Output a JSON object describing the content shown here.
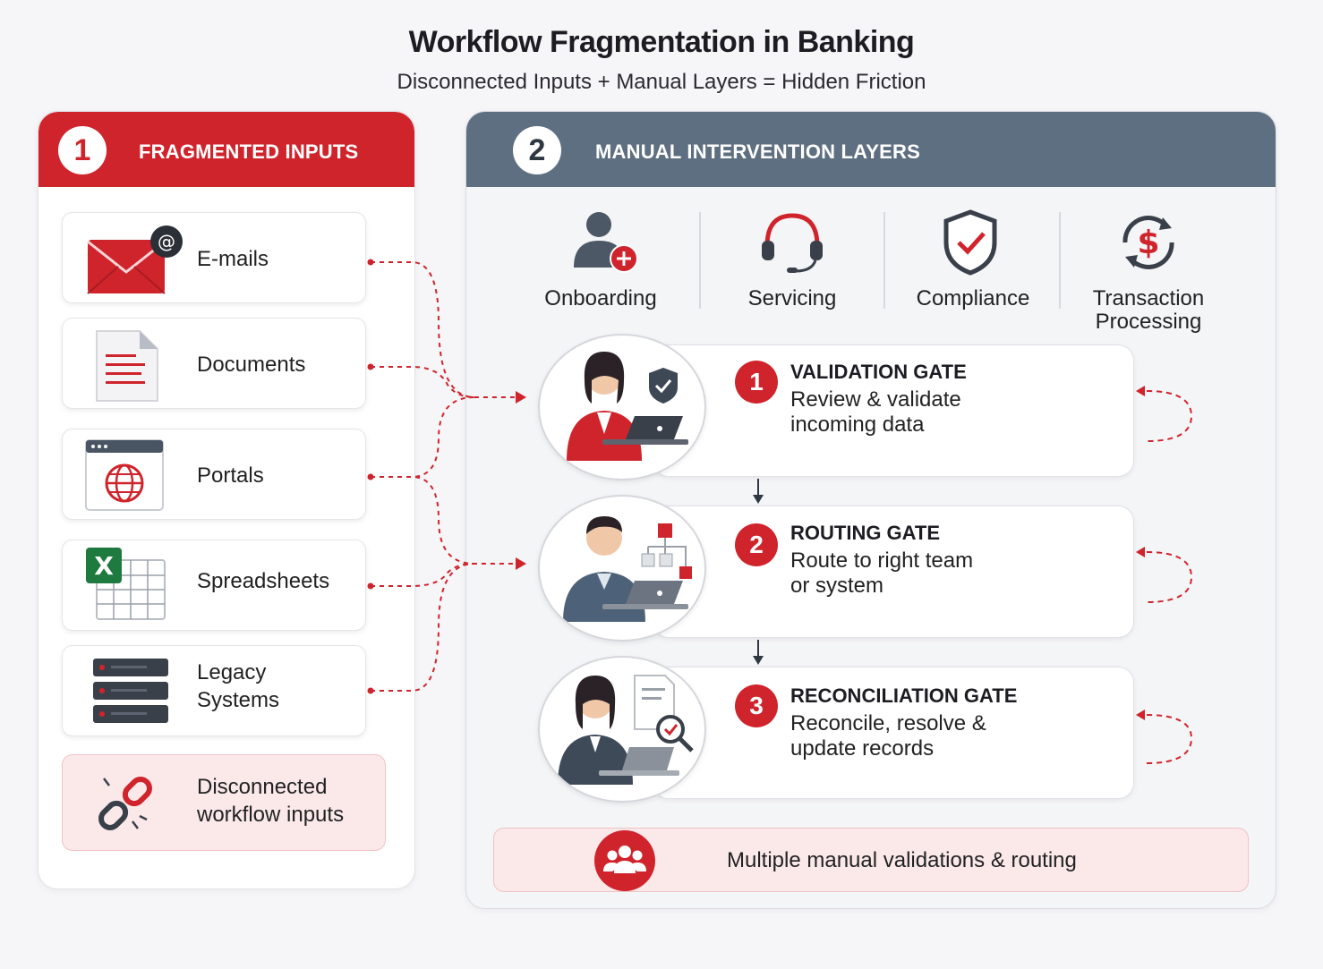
{
  "title": "Workflow Fragmentation in Banking",
  "subtitle": "Disconnected Inputs + Manual Layers = Hidden Friction",
  "panel1": {
    "number": "1",
    "heading": "FRAGMENTED INPUTS",
    "items": [
      {
        "label": "E-mails",
        "icon": "email-icon"
      },
      {
        "label": "Documents",
        "icon": "document-icon"
      },
      {
        "label": "Portals",
        "icon": "portal-globe-icon"
      },
      {
        "label": "Spreadsheets",
        "icon": "spreadsheet-icon"
      },
      {
        "label_line1": "Legacy",
        "label_line2": "Systems",
        "icon": "server-icon"
      }
    ],
    "summary_line1": "Disconnected",
    "summary_line2": "workflow inputs",
    "summary_icon": "broken-link-icon"
  },
  "panel2": {
    "number": "2",
    "heading": "MANUAL INTERVENTION LAYERS",
    "categories": [
      {
        "label": "Onboarding",
        "icon": "user-add-icon"
      },
      {
        "label": "Servicing",
        "icon": "headset-icon"
      },
      {
        "label": "Compliance",
        "icon": "shield-check-icon"
      },
      {
        "label_line1": "Transaction",
        "label_line2": "Processing",
        "icon": "dollar-cycle-icon"
      }
    ],
    "gates": [
      {
        "number": "1",
        "title": "VALIDATION GATE",
        "desc_line1": "Review & validate",
        "desc_line2": "incoming data"
      },
      {
        "number": "2",
        "title": "ROUTING GATE",
        "desc_line1": "Route to right team",
        "desc_line2": "or system"
      },
      {
        "number": "3",
        "title": "RECONCILIATION GATE",
        "desc_line1": "Reconcile, resolve &",
        "desc_line2": "update records"
      }
    ],
    "footer": "Multiple manual validations & routing",
    "footer_icon": "team-icon"
  },
  "colors": {
    "accent_red": "#d0242c",
    "slate": "#5f6f82",
    "pink_bg": "#fbe9ea"
  }
}
